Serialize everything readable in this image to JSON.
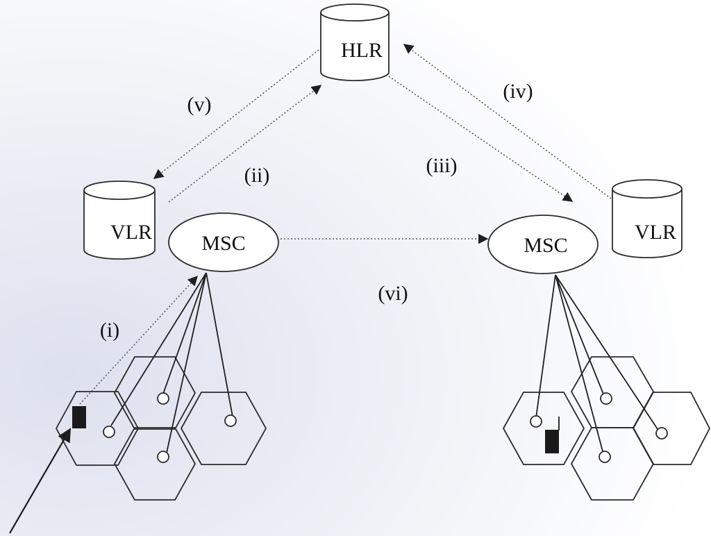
{
  "nodes": {
    "hlr": "HLR",
    "vlr_left": "VLR",
    "vlr_right": "VLR",
    "msc_left": "MSC",
    "msc_right": "MSC"
  },
  "steps": {
    "i": "(i)",
    "ii": "(ii)",
    "iii": "(iii)",
    "iv": "(iv)",
    "v": "(v)",
    "vi": "(vi)"
  }
}
